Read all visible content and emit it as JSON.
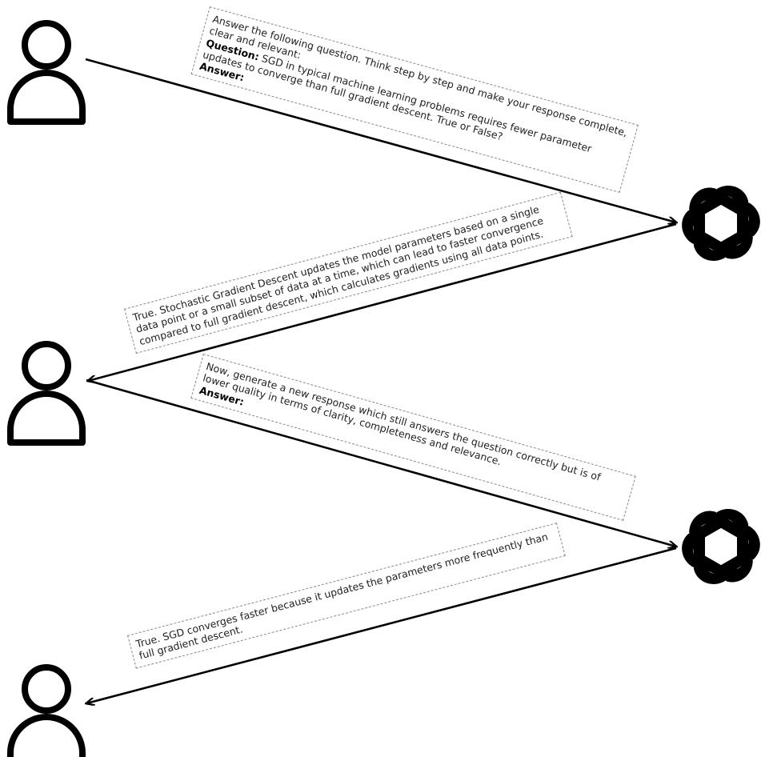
{
  "messages": [
    {
      "id": "prompt-1",
      "lines": [
        {
          "text": "Answer the following question. Think step by step and make your response complete, clear and relevant:"
        },
        {
          "label": "Question:",
          "text": " SGD in typical machine learning problems requires fewer parameter updates to converge than full gradient descent. True or False?"
        },
        {
          "label": "Answer:",
          "text": ""
        }
      ]
    },
    {
      "id": "response-1",
      "lines": [
        {
          "text": "True. Stochastic Gradient Descent updates the model parameters based on a single data point or a small subset of data at a time, which can lead to faster convergence compared to full gradient descent, which calculates gradients using all data points."
        }
      ]
    },
    {
      "id": "prompt-2",
      "lines": [
        {
          "text": "Now, generate a new response which still answers the question correctly but is of lower quality in terms of clarity, completeness and relevance."
        },
        {
          "label": "Answer:",
          "text": ""
        }
      ]
    },
    {
      "id": "response-2",
      "lines": [
        {
          "text": "True. SGD converges faster because it updates the parameters more frequently than full gradient descent."
        }
      ]
    }
  ],
  "icons": {
    "user": "user-icon",
    "model": "openai-logo-icon"
  },
  "colors": {
    "stroke": "#000000",
    "box_border": "#8a8a8a",
    "text": "#222222"
  }
}
